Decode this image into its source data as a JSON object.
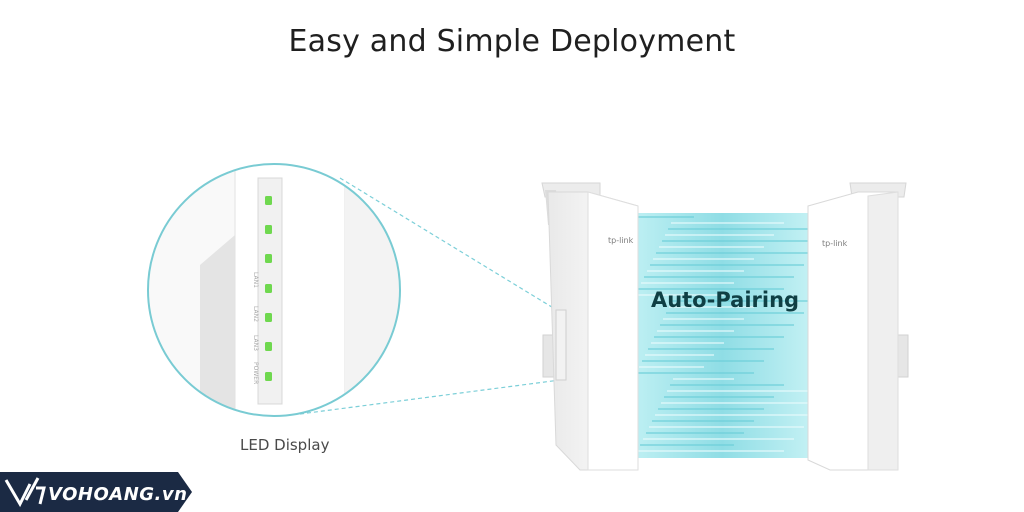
{
  "header": {
    "title": "Easy and Simple Deployment"
  },
  "zoom_view": {
    "caption": "LED Display",
    "led_labels": [
      "LAN1",
      "LAN2",
      "LAN3",
      "POWER"
    ],
    "led_color": "#6fd84f"
  },
  "devices": {
    "brand_label_left": "tp-link",
    "brand_label_right": "tp-link",
    "link_label": "Auto-Pairing",
    "beam_color": "#9fe3ea"
  },
  "watermark": {
    "text": "VOHOANG.vn",
    "color": "#1b2a44"
  },
  "colors": {
    "circle_outline": "#79cbd3",
    "title_text": "#1f1f1f"
  }
}
